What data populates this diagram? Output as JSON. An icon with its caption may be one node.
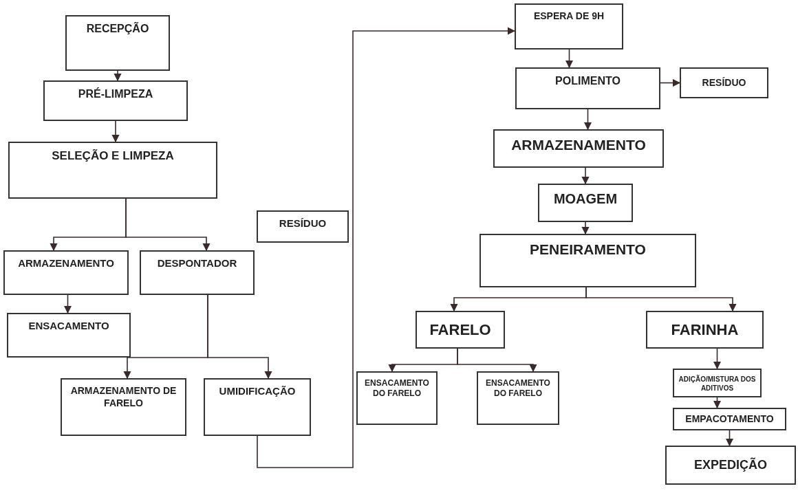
{
  "diagram": {
    "nodes": [
      {
        "text": [
          "RECEPÇÃO"
        ]
      },
      {
        "text": [
          "PRÉ-LIMPEZA"
        ]
      },
      {
        "text": [
          "SELEÇÃO E LIMPEZA"
        ]
      },
      {
        "text": [
          "ARMAZENAMENTO"
        ]
      },
      {
        "text": [
          "DESPONTADOR"
        ]
      },
      {
        "text": [
          "RESÍDUO"
        ]
      },
      {
        "text": [
          "ENSACAMENTO"
        ]
      },
      {
        "text": [
          "ARMAZENAMENTO DE FARELO"
        ]
      },
      {
        "text": [
          "UMIDIFICAÇÃO"
        ]
      },
      {
        "text": [
          "ESPERA DE 9H"
        ]
      },
      {
        "text": [
          "POLIMENTO"
        ]
      },
      {
        "text": [
          "RESÍDUO"
        ]
      },
      {
        "text": [
          "ARMAZENAMENTO"
        ]
      },
      {
        "text": [
          "MOAGEM"
        ]
      },
      {
        "text": [
          "PENEIRAMENTO"
        ]
      },
      {
        "text": [
          "FARELO"
        ]
      },
      {
        "text": [
          "FARINHA"
        ]
      },
      {
        "text": [
          "ENSACAMENTO DO FARELO"
        ]
      },
      {
        "text": [
          "ENSACAMENTO DO FARELO"
        ]
      },
      {
        "text": [
          "ADIÇÃO/MISTURA DOS ADITIVOS"
        ]
      },
      {
        "text": [
          "EMPACOTAMENTO"
        ]
      },
      {
        "text": [
          "EXPEDIÇÃO"
        ]
      }
    ],
    "edges": [
      {
        "from": 0,
        "to": 1,
        "arrow": "to"
      },
      {
        "from": 1,
        "to": 2,
        "arrow": "to"
      },
      {
        "from": 2,
        "to": 3,
        "arrow": "to"
      },
      {
        "from": 2,
        "to": 4,
        "arrow": "to"
      },
      {
        "from": 3,
        "to": 6,
        "arrow": "to"
      },
      {
        "from": 4,
        "to": 7,
        "arrow": "to"
      },
      {
        "from": 4,
        "to": 8,
        "arrow": "to"
      },
      {
        "from": 8,
        "to": 9,
        "arrow": "to"
      },
      {
        "from": 9,
        "to": 10,
        "arrow": "to"
      },
      {
        "from": 10,
        "to": 11,
        "arrow": "to"
      },
      {
        "from": 10,
        "to": 12,
        "arrow": "to"
      },
      {
        "from": 12,
        "to": 13,
        "arrow": "to"
      },
      {
        "from": 13,
        "to": 14,
        "arrow": "to"
      },
      {
        "from": 14,
        "to": 15,
        "arrow": "to"
      },
      {
        "from": 14,
        "to": 16,
        "arrow": "to"
      },
      {
        "from": 15,
        "to": 17,
        "arrow": "to"
      },
      {
        "from": 15,
        "to": 18,
        "arrow": "to"
      },
      {
        "from": 16,
        "to": 19,
        "arrow": "to"
      },
      {
        "from": 19,
        "to": 20,
        "arrow": "to"
      },
      {
        "from": 20,
        "to": 21,
        "arrow": "to"
      }
    ]
  }
}
